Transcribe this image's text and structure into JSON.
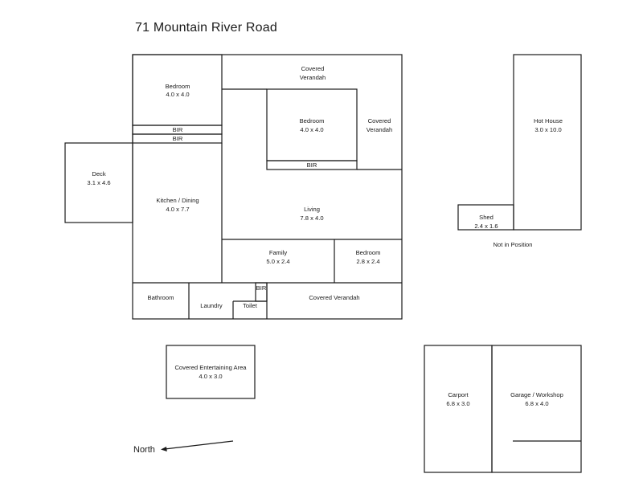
{
  "title": "71 Mountain River Road",
  "rooms": {
    "bedroom_nw": {
      "name": "Bedroom",
      "size": "4.0 x 4.0"
    },
    "covered_verandah_top": {
      "name": "Covered",
      "name2": "Verandah"
    },
    "bedroom_center": {
      "name": "Bedroom",
      "size": "4.0 x 4.0"
    },
    "covered_verandah_right": {
      "name": "Covered",
      "name2": "Verandah"
    },
    "bir_1": {
      "name": "BIR"
    },
    "bir_2": {
      "name": "BIR"
    },
    "bir_center": {
      "name": "BIR"
    },
    "deck": {
      "name": "Deck",
      "size": "3.1 x 4.6"
    },
    "kitchen_dining": {
      "name": "Kitchen / Dining",
      "size": "4.0 x 7.7"
    },
    "living": {
      "name": "Living",
      "size": "7.8 x 4.0"
    },
    "family": {
      "name": "Family",
      "size": "5.0 x 2.4"
    },
    "bedroom_small": {
      "name": "Bedroom",
      "size": "2.8 x 2.4"
    },
    "bathroom": {
      "name": "Bathroom"
    },
    "laundry": {
      "name": "Laundry"
    },
    "bir_small": {
      "name": "BIR"
    },
    "toilet": {
      "name": "Toilet"
    },
    "covered_verandah_bottom": {
      "name": "Covered Verandah"
    },
    "hot_house": {
      "name": "Hot House",
      "size": "3.0 x 10.0"
    },
    "shed": {
      "name": "Shed",
      "size": "2.4 x 1.6"
    },
    "not_in_position": "Not in Position",
    "covered_entertaining": {
      "name": "Covered Entertaining Area",
      "size": "4.0 x 3.0"
    },
    "carport": {
      "name": "Carport",
      "size": "6.8 x 3.0"
    },
    "garage_workshop": {
      "name": "Garage / Workshop",
      "size": "6.8 x 4.0"
    }
  },
  "north_label": "North"
}
